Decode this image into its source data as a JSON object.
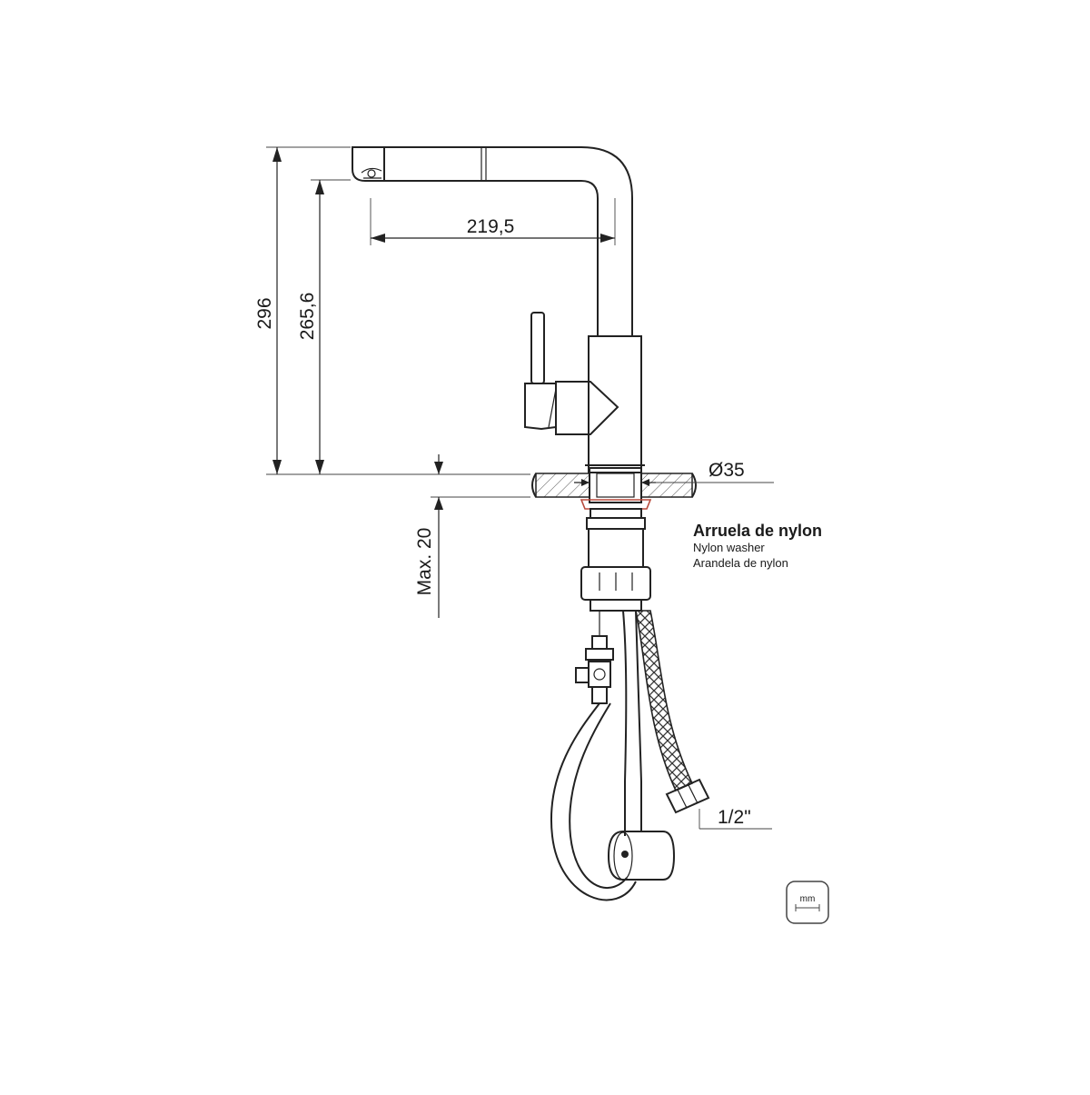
{
  "dimensions": {
    "overall_height": "296",
    "spout_height": "265,6",
    "spout_reach": "219,5",
    "hole_diameter": "Ø35",
    "max_thickness": "Max. 20",
    "hose_connection": "1/2\""
  },
  "washer_label": {
    "pt": "Arruela de nylon",
    "en": "Nylon washer",
    "es": "Arandela de nylon"
  },
  "unit_badge": {
    "text": "mm",
    "icon": "ruler-icon"
  },
  "colors": {
    "line": "#222222",
    "washer_accent": "#b84a3c"
  }
}
